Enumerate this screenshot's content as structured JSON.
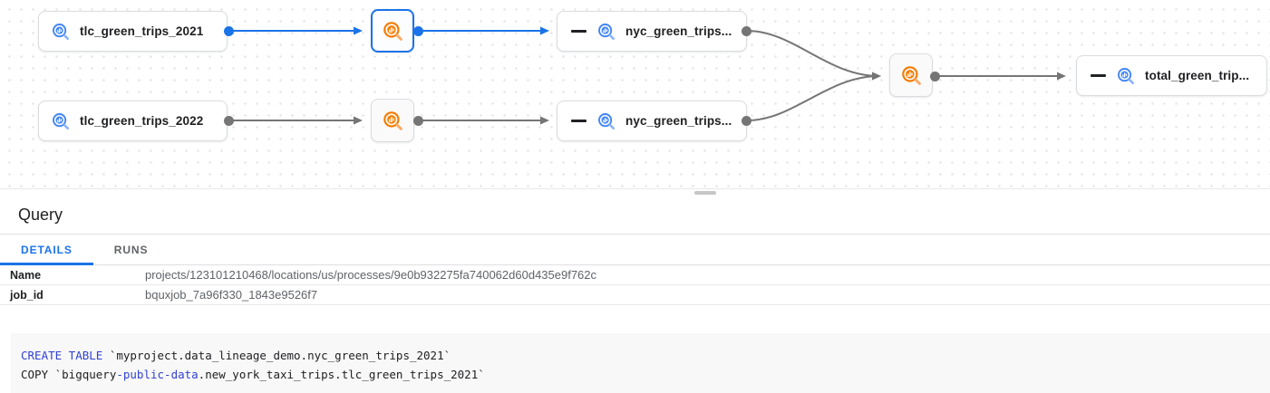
{
  "colors": {
    "accent_blue": "#1a73e8",
    "edge_gray": "#757575",
    "table_icon_blue": "#4285f4",
    "process_icon_orange": "#f57c00",
    "sql_keyword_blue": "#3141d2"
  },
  "graph": {
    "nodes": [
      {
        "label": "tlc_green_trips_2021",
        "type": "table"
      },
      {
        "label": "tlc_green_trips_2022",
        "type": "table"
      },
      {
        "label": "nyc_green_trips...",
        "type": "table"
      },
      {
        "label": "nyc_green_trips...",
        "type": "table"
      },
      {
        "label": "total_green_trip...",
        "type": "table"
      },
      {
        "type": "process",
        "selected": true
      },
      {
        "type": "process"
      },
      {
        "type": "process"
      }
    ]
  },
  "panel": {
    "title": "Query",
    "tabs": [
      {
        "label": "DETAILS",
        "active": true
      },
      {
        "label": "RUNS",
        "active": false
      }
    ],
    "details": [
      {
        "key": "Name",
        "value": "projects/123101210468/locations/us/processes/9e0b932275fa740062d60d435e9f762c"
      },
      {
        "key": "job_id",
        "value": "bquxjob_7a96f330_1843e9526f7"
      }
    ],
    "code": {
      "line1_kw": "CREATE TABLE",
      "line1_rest": " `myproject.data_lineage_demo.nyc_green_trips_2021`",
      "line2_pre": "COPY `bigquery",
      "line2_kw": "-public-data",
      "line2_rest": ".new_york_taxi_trips.tlc_green_trips_2021`"
    }
  }
}
